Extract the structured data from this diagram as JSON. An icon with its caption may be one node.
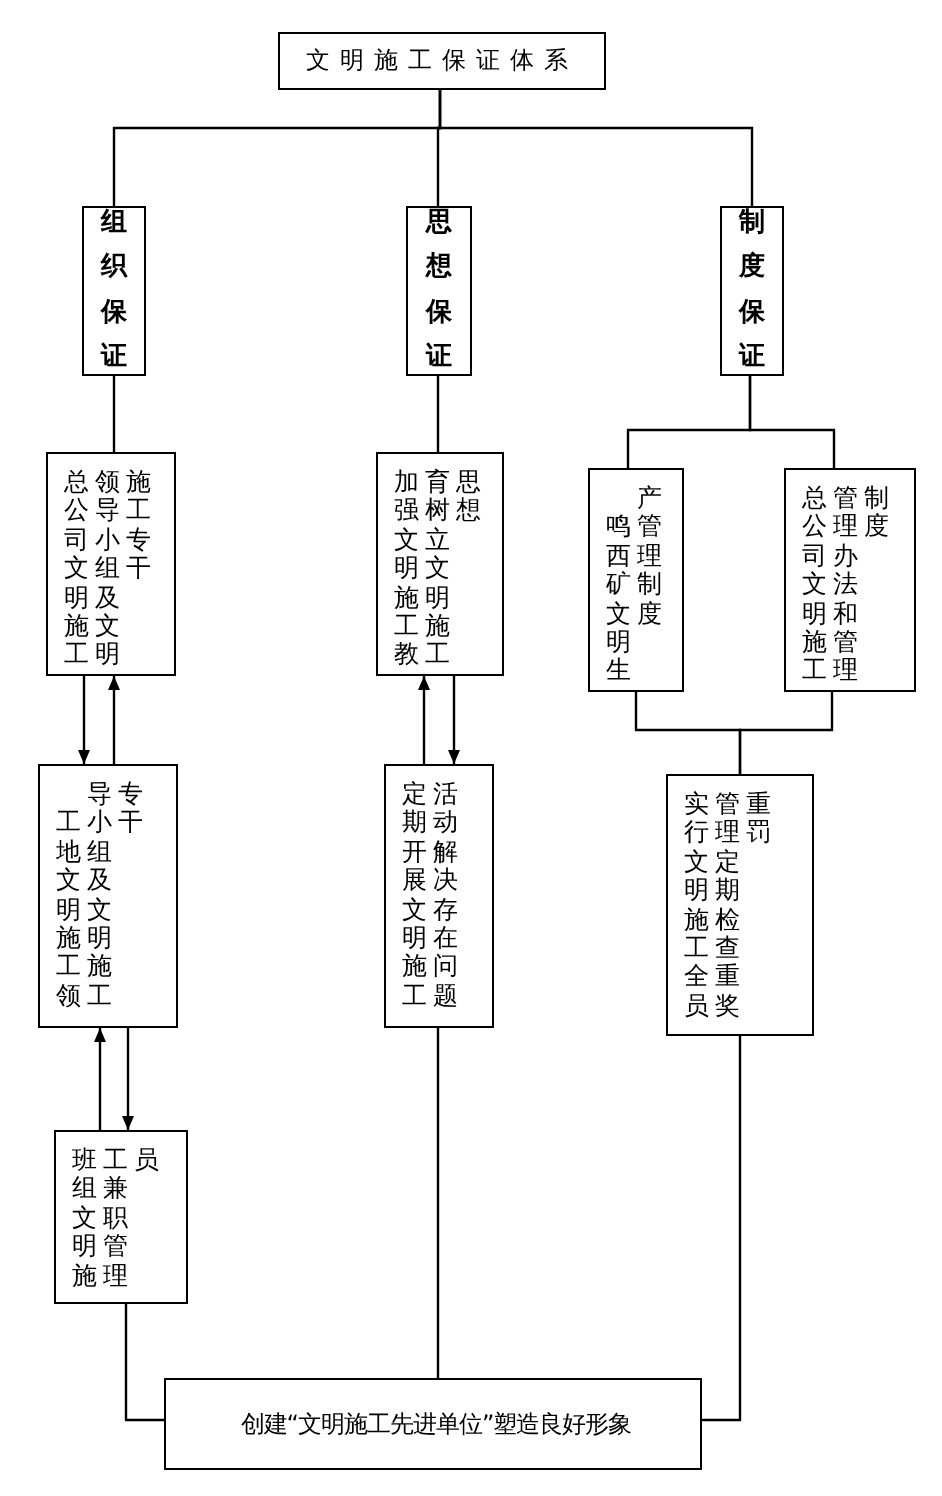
{
  "diagram": {
    "nodes": [
      {
        "text": [
          "文明施工保证体系"
        ]
      },
      {
        "text": [
          "组织保证"
        ]
      },
      {
        "text": [
          "思想保证"
        ]
      },
      {
        "text": [
          "制度保证"
        ]
      },
      {
        "text": [
          "总公司文明施工",
          "领导小组及文明",
          "施工专干"
        ]
      },
      {
        "text": [
          "加强文明施工教",
          "育树立文明施工",
          "思想"
        ]
      },
      {
        "text": [
          "鸣西矿文明生",
          "产管理制度"
        ]
      },
      {
        "text": [
          "总公司文明施工",
          "管理办法和管理",
          "制度"
        ]
      },
      {
        "text": [
          "工地文明施工领",
          "导小组及文明施工",
          "专干"
        ]
      },
      {
        "text": [
          "定期开展文明施工",
          "活动解决存在问题"
        ]
      },
      {
        "text": [
          "实行文明施工全员",
          "管理定期检查重奖",
          "重罚"
        ]
      },
      {
        "text": [
          "班组文明施",
          "工兼职管理",
          "员"
        ]
      },
      {
        "text": [
          "创建“文明施工先进单位”塑造良好形象"
        ]
      }
    ],
    "edges": [
      {
        "from": 0,
        "to": 1,
        "arrow": "none"
      },
      {
        "from": 0,
        "to": 2,
        "arrow": "none"
      },
      {
        "from": 0,
        "to": 3,
        "arrow": "none"
      },
      {
        "from": 1,
        "to": 4,
        "arrow": "none"
      },
      {
        "from": 2,
        "to": 5,
        "arrow": "none"
      },
      {
        "from": 3,
        "to": 6,
        "arrow": "none"
      },
      {
        "from": 3,
        "to": 7,
        "arrow": "none"
      },
      {
        "from": 4,
        "to": 8,
        "arrow": "to"
      },
      {
        "from": 8,
        "to": 4,
        "arrow": "to"
      },
      {
        "from": 5,
        "to": 9,
        "arrow": "to"
      },
      {
        "from": 9,
        "to": 5,
        "arrow": "to"
      },
      {
        "from": 8,
        "to": 11,
        "arrow": "to"
      },
      {
        "from": 11,
        "to": 8,
        "arrow": "to"
      },
      {
        "from": 6,
        "to": 10,
        "arrow": "none"
      },
      {
        "from": 7,
        "to": 10,
        "arrow": "none"
      },
      {
        "from": 11,
        "to": 12,
        "arrow": "none"
      },
      {
        "from": 9,
        "to": 12,
        "arrow": "none"
      },
      {
        "from": 10,
        "to": 12,
        "arrow": "none"
      }
    ]
  }
}
